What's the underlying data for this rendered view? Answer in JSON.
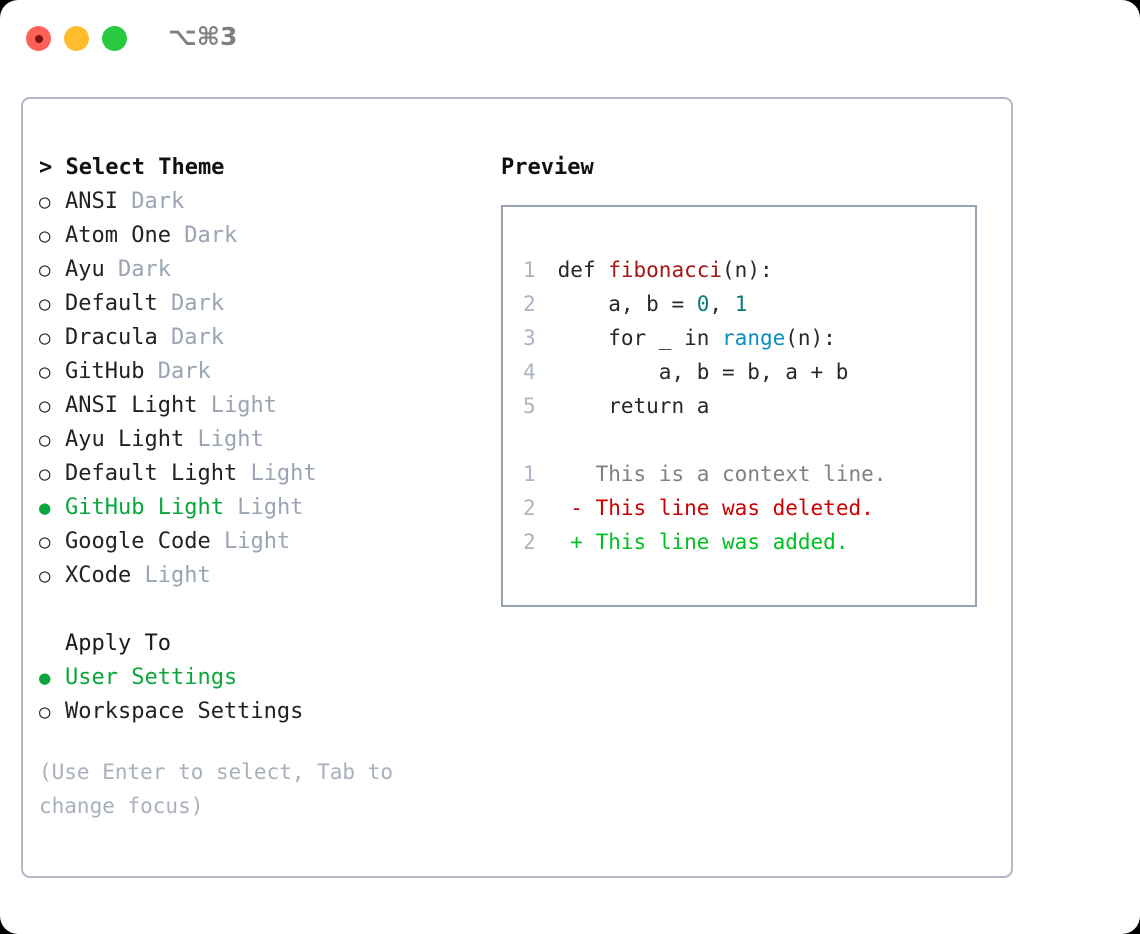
{
  "window": {
    "shortcut": "⌥⌘3",
    "traffic_lights": [
      "close-red",
      "minimize-yellow",
      "maximize-green"
    ]
  },
  "theme_picker": {
    "header": "> Select Theme",
    "items": [
      {
        "marker": "○",
        "label": "ANSI",
        "badge": "Dark",
        "selected": false
      },
      {
        "marker": "○",
        "label": "Atom One",
        "badge": "Dark",
        "selected": false
      },
      {
        "marker": "○",
        "label": "Ayu",
        "badge": "Dark",
        "selected": false
      },
      {
        "marker": "○",
        "label": "Default",
        "badge": "Dark",
        "selected": false
      },
      {
        "marker": "○",
        "label": "Dracula",
        "badge": "Dark",
        "selected": false
      },
      {
        "marker": "○",
        "label": "GitHub",
        "badge": "Dark",
        "selected": false
      },
      {
        "marker": "○",
        "label": "ANSI Light",
        "badge": "Light",
        "selected": false
      },
      {
        "marker": "○",
        "label": "Ayu Light",
        "badge": "Light",
        "selected": false
      },
      {
        "marker": "○",
        "label": "Default Light",
        "badge": "Light",
        "selected": false
      },
      {
        "marker": "●",
        "label": "GitHub Light",
        "badge": "Light",
        "selected": true
      },
      {
        "marker": "○",
        "label": "Google Code",
        "badge": "Light",
        "selected": false
      },
      {
        "marker": "○",
        "label": "XCode",
        "badge": "Light",
        "selected": false
      }
    ]
  },
  "apply_to": {
    "header": "Apply To",
    "items": [
      {
        "marker": "●",
        "label": "User Settings",
        "selected": true
      },
      {
        "marker": "○",
        "label": "Workspace Settings",
        "selected": false
      }
    ]
  },
  "hint": "(Use Enter to select, Tab to change focus)",
  "preview": {
    "header": "Preview",
    "code_lines": [
      {
        "num": "1",
        "tokens": [
          {
            "t": "def ",
            "c": "tok-def"
          },
          {
            "t": "fibonacci",
            "c": "tok-fn"
          },
          {
            "t": "(n):",
            "c": "tok-plain"
          }
        ]
      },
      {
        "num": "2",
        "tokens": [
          {
            "t": "    a, b = ",
            "c": "tok-plain"
          },
          {
            "t": "0",
            "c": "tok-num"
          },
          {
            "t": ", ",
            "c": "tok-plain"
          },
          {
            "t": "1",
            "c": "tok-num"
          }
        ]
      },
      {
        "num": "3",
        "tokens": [
          {
            "t": "    for _ in ",
            "c": "tok-plain"
          },
          {
            "t": "range",
            "c": "tok-call"
          },
          {
            "t": "(n):",
            "c": "tok-plain"
          }
        ]
      },
      {
        "num": "4",
        "tokens": [
          {
            "t": "        a, b = b, a + b",
            "c": "tok-plain"
          }
        ]
      },
      {
        "num": "5",
        "tokens": [
          {
            "t": "    return a",
            "c": "tok-plain"
          }
        ]
      }
    ],
    "diff_lines": [
      {
        "num": "1",
        "marker": " ",
        "text": "This is a context line.",
        "kind": "diff-ctx"
      },
      {
        "num": "2",
        "marker": "-",
        "text": "This line was deleted.",
        "kind": "diff-del"
      },
      {
        "num": "2",
        "marker": "+",
        "text": "This line was added.",
        "kind": "diff-add"
      }
    ]
  },
  "colors": {
    "accent_green": "#0aa63c",
    "badge_grey": "#9aa4b4",
    "hint_grey": "#a8b0bd",
    "panel_border": "#b0b8c6",
    "preview_border": "#97a2b2",
    "diff_deleted": "#cc0000",
    "diff_added": "#00bf22",
    "token_function": "#a31515",
    "token_number": "#0a7c77",
    "token_call": "#0a8fc4"
  }
}
